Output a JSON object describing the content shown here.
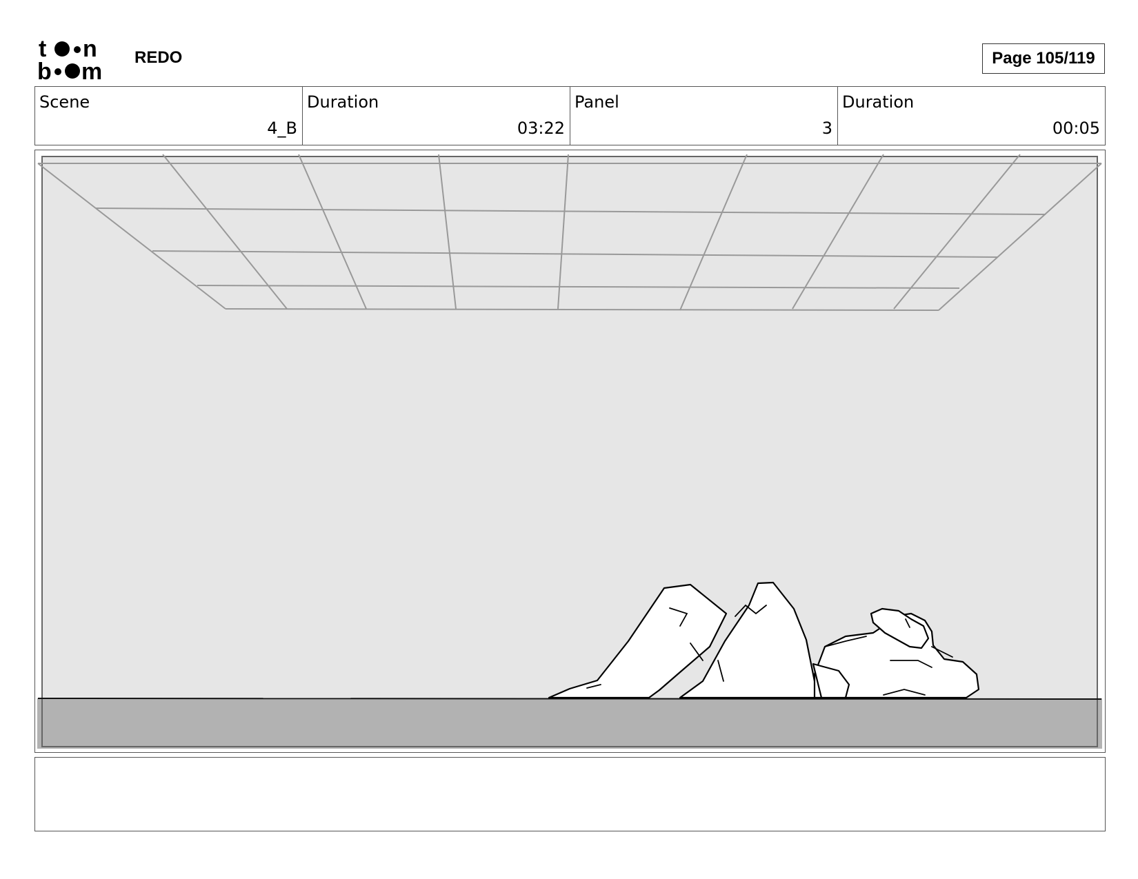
{
  "header": {
    "logo_text": "toon boom",
    "project_title": "REDO",
    "page_label": "Page 105/119"
  },
  "info": {
    "scene_label": "Scene",
    "scene_value": "4_B",
    "scene_duration_label": "Duration",
    "scene_duration_value": "03:22",
    "panel_label": "Panel",
    "panel_value": "3",
    "panel_duration_label": "Duration",
    "panel_duration_value": "00:05"
  },
  "notes": {
    "text": ""
  }
}
